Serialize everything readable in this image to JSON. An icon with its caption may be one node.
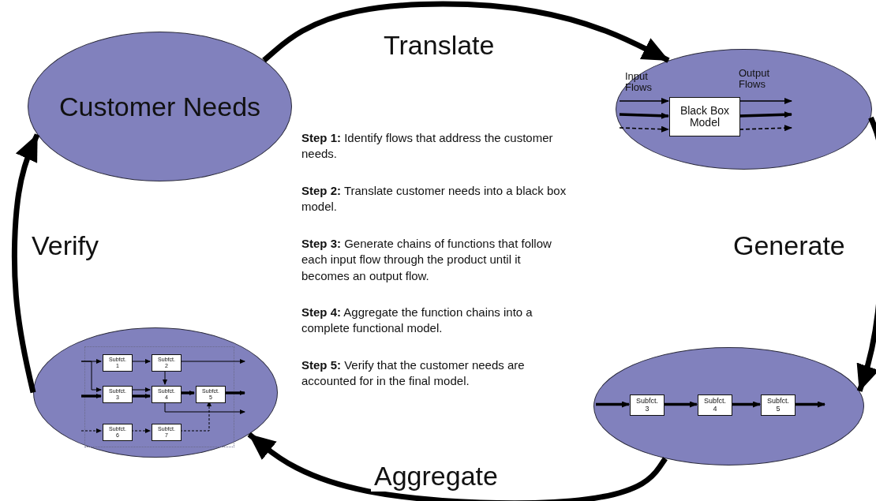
{
  "diagram": {
    "nodes": [
      {
        "text": [
          "Customer Needs"
        ]
      },
      {
        "text": [],
        "shape": "ellipse"
      },
      {
        "text": [
          "Black Box Model"
        ],
        "in": 1
      },
      {
        "text": [],
        "shape": "ellipse"
      },
      {
        "text": [
          "Subfct. 3"
        ],
        "in": 3
      },
      {
        "text": [
          "Subfct. 4"
        ],
        "in": 3
      },
      {
        "text": [
          "Subfct. 5"
        ],
        "in": 3
      },
      {
        "text": [],
        "shape": "ellipse"
      },
      {
        "text": [],
        "shape": "box",
        "in": 7
      },
      {
        "text": [
          "Subfct. 1"
        ],
        "in": 8
      },
      {
        "text": [
          "Subfct. 2"
        ],
        "in": 8
      },
      {
        "text": [
          "Subfct. 3"
        ],
        "in": 8
      },
      {
        "text": [
          "Subfct. 4"
        ],
        "in": 8
      },
      {
        "text": [
          "Subfct. 5"
        ],
        "in": 8
      },
      {
        "text": [
          "Subfct. 6"
        ],
        "in": 8
      },
      {
        "text": [
          "Subfct. 7"
        ],
        "in": 8
      }
    ],
    "edges": [
      {
        "from": 0,
        "to": 1,
        "arrow": "to",
        "label": "Translate",
        "style": "thick"
      },
      {
        "from": 1,
        "to": 3,
        "arrow": "to",
        "label": "Generate",
        "style": "thick"
      },
      {
        "from": 3,
        "to": 7,
        "arrow": "to",
        "label": "Aggregate",
        "style": "thick"
      },
      {
        "from": 7,
        "to": 0,
        "arrow": "to",
        "label": "Verify",
        "style": "thick"
      },
      {
        "from": null,
        "to": 2,
        "arrow": "to"
      },
      {
        "from": null,
        "to": 2,
        "arrow": "to",
        "style": "thick"
      },
      {
        "from": null,
        "to": 2,
        "arrow": "to",
        "style": "dashed"
      },
      {
        "from": 2,
        "to": null,
        "arrow": "to"
      },
      {
        "from": 2,
        "to": null,
        "arrow": "to",
        "style": "thick"
      },
      {
        "from": 2,
        "to": null,
        "arrow": "to",
        "style": "dashed"
      },
      {
        "from": null,
        "to": 4,
        "arrow": "to",
        "style": "thick"
      },
      {
        "from": 4,
        "to": 5,
        "arrow": "to",
        "style": "thick"
      },
      {
        "from": 5,
        "to": 6,
        "arrow": "to",
        "style": "thick"
      },
      {
        "from": 6,
        "to": null,
        "arrow": "to",
        "style": "thick"
      },
      {
        "from": null,
        "to": 9,
        "arrow": "to"
      },
      {
        "from": null,
        "to": 11,
        "arrow": "to"
      },
      {
        "from": null,
        "to": 11,
        "arrow": "to",
        "style": "thick"
      },
      {
        "from": 9,
        "to": 10,
        "arrow": "to"
      },
      {
        "from": 10,
        "to": null,
        "arrow": "to"
      },
      {
        "from": 10,
        "to": 12,
        "arrow": "to"
      },
      {
        "from": 11,
        "to": 12,
        "arrow": "to"
      },
      {
        "from": 11,
        "to": 12,
        "arrow": "to",
        "style": "thick"
      },
      {
        "from": 12,
        "to": 13,
        "arrow": "to",
        "style": "thick"
      },
      {
        "from": 13,
        "to": null,
        "arrow": "to",
        "style": "thick"
      },
      {
        "from": 12,
        "to": null,
        "arrow": "to"
      },
      {
        "from": null,
        "to": 14,
        "arrow": "to",
        "style": "dashed"
      },
      {
        "from": 14,
        "to": 15,
        "arrow": "to",
        "style": "dashed"
      },
      {
        "from": 15,
        "to": 13,
        "arrow": "to",
        "style": "dashed"
      }
    ],
    "labels": [
      "Input Flows",
      "Output Flows",
      "**Step 1:** Identify flows that address the customer needs.",
      "**Step 2:** Translate customer needs into a black box model.",
      "**Step 3:** Generate chains of functions that follow each input flow through the product until it becomes an output flow.",
      "**Step 4:** Aggregate the function chains into a complete functional model.",
      "**Step 5:** Verify that the customer needs are accounted for in the final model."
    ]
  }
}
